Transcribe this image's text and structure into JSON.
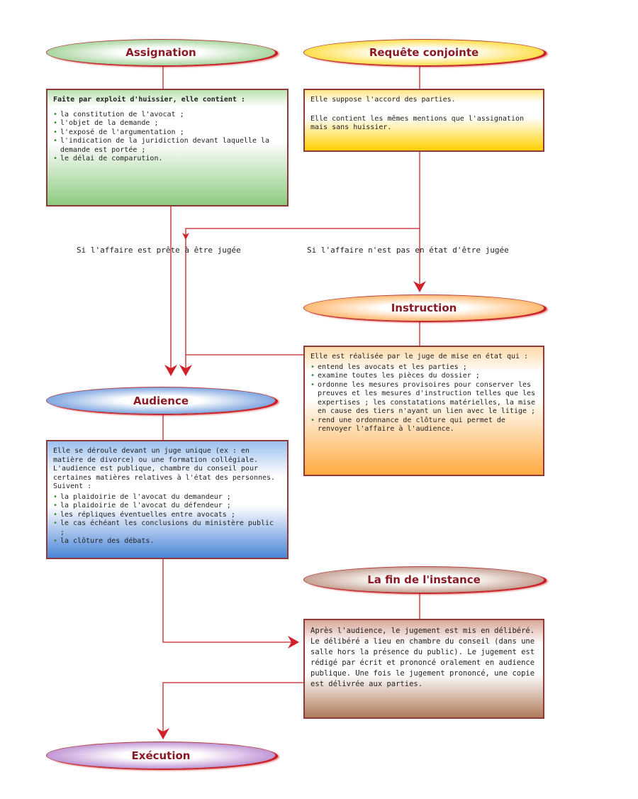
{
  "nodes": {
    "assignation": {
      "title": "Assignation",
      "color": "#7cc06e"
    },
    "requete": {
      "title": "Requête conjointe",
      "color": "#ffd200"
    },
    "instruction": {
      "title": "Instruction",
      "color": "#ff9a30"
    },
    "audience": {
      "title": "Audience",
      "color": "#3d78d0"
    },
    "fin": {
      "title": "La fin de l'instance",
      "color": "#a8705a"
    },
    "execution": {
      "title": "Exécution",
      "color": "#a060c0"
    }
  },
  "boxes": {
    "assignation": {
      "intro": "Faite par exploit d'huissier, elle contient :",
      "items": [
        "la constitution de l'avocat ;",
        "l'objet de la demande ;",
        "l'exposé de l'argumentation ;",
        "l'indication de la juridiction devant laquelle la demande est portée ;",
        "le délai de comparution."
      ]
    },
    "requete": {
      "p1": "Elle suppose l'accord des parties.",
      "p2": "Elle contient les mêmes mentions que l'assignation mais sans huissier."
    },
    "instruction": {
      "intro": "Elle est réalisée par le juge de mise en état qui :",
      "items": [
        "entend les avocats et les parties ;",
        "examine toutes les pièces du dossier ;",
        "ordonne les mesures provisoires pour conserver les preuves et les mesures d'instruction telles que les expertises ; les constatations matérielles, la mise en cause des tiers n'ayant un lien avec le litige ;",
        "rend une ordonnance de clôture qui permet de renvoyer l'affaire à l'audience."
      ]
    },
    "audience": {
      "intro": "Elle se déroule devant un juge unique (ex : en matière de divorce) ou une formation collégiale. L'audience est publique, chambre du conseil pour certaines matières relatives à l'état des personnes. Suivent :",
      "items": [
        "la plaidoirie de l'avocat du demandeur ;",
        "la plaidoirie de l'avocat du défendeur ;",
        "les répliques éventuelles entre avocats ;",
        "le cas échéant les conclusions du ministère public ;",
        "la clôture des débats."
      ]
    },
    "fin": {
      "text": "Après l'audience, le jugement est mis en délibéré. Le délibéré a lieu en chambre du conseil (dans une salle hors la présence du public). Le jugement est rédigé par écrit et prononcé oralement en audience publique. Une fois le jugement prononcé, une copie est délivrée aux parties."
    }
  },
  "conditions": {
    "ready": "Si l'affaire est prête à être jugée",
    "not_ready": "Si l'affaire n'est pas en état d'être jugée"
  }
}
